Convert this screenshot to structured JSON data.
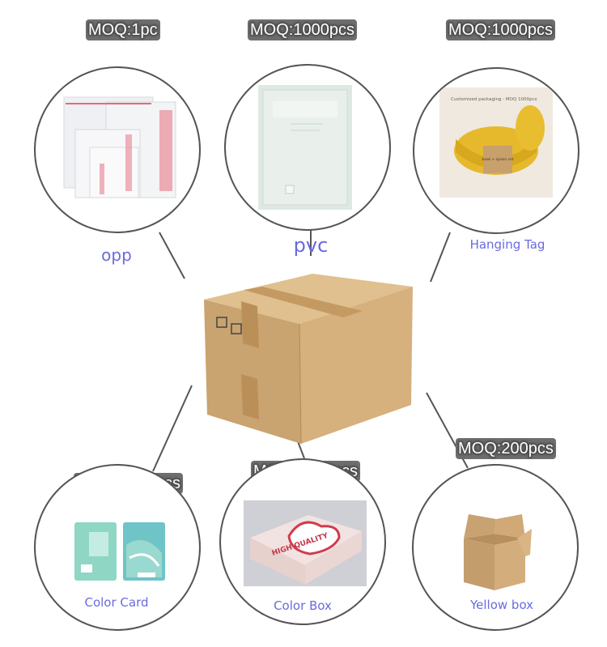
{
  "moq": {
    "opp": "MOQ:1pc",
    "pvc": "MOQ:1000pcs",
    "hanging_tag": "MOQ:1000pcs",
    "color_card": "MOQ:1000pcs",
    "color_box": "MOQ:1000pcs",
    "yellow_box": "MOQ:200pcs"
  },
  "labels": {
    "opp": "opp",
    "pvc": "pvc",
    "hanging_tag": "Hanging Tag",
    "color_card": "Color Card",
    "color_box": "Color Box",
    "yellow_box": "Yellow box"
  },
  "colors": {
    "label": "#6a6ae0",
    "cardboard": "#d2ad7a",
    "tape": "#c49a62"
  },
  "product_text": {
    "color_box_print": "HIGH QUALITY",
    "hanging_tag_header": "Customized packaging - MOQ 1000pcs",
    "hanging_tag_card": "bowl + spoon set"
  }
}
